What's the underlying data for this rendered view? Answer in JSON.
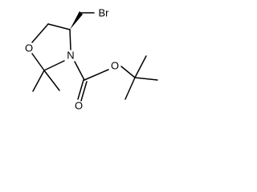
{
  "molecule": {
    "atoms": {
      "bromine": "Br",
      "ring_oxygen": "O",
      "ring_nitrogen": "N",
      "carbonyl_oxygen": "O",
      "ester_oxygen": "O"
    }
  }
}
